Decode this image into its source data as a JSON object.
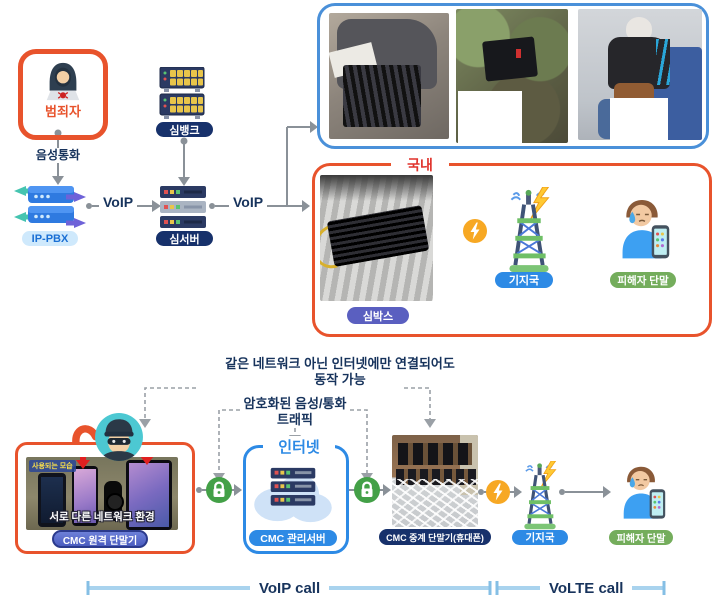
{
  "top": {
    "criminal_label": "범죄자",
    "voice_call_label": "음성통화",
    "ip_pbx_label": "IP-PBX",
    "voip_left_label": "VoIP",
    "sim_bank_label": "심뱅크",
    "sim_server_label": "심서버",
    "voip_right_label": "VoIP"
  },
  "domestic": {
    "title": "국내",
    "sim_box_label": "심박스",
    "base_station_label": "기지국",
    "victim_label": "피해자 단말"
  },
  "bottom": {
    "note_line1": "같은 네트워크 아닌 인터넷에만 연결되어도",
    "note_line2": "동작 가능",
    "traffic_line1": "암호화된 음성/통화",
    "traffic_line2": "트래픽",
    "internet_title": "인터넷",
    "remote_caption": "사용되는 모습",
    "remote_overlay": "서로 다른 네트워크 환경",
    "remote_label": "CMC 원격 단말기",
    "mgmt_server_label": "CMC 관리서버",
    "relay_label": "CMC 중계 단말기(휴대폰)",
    "base_station_label": "기지국",
    "victim_label": "피해자 단말",
    "voip_call_label": "VoIP call",
    "volte_call_label": "VoLTE call"
  },
  "icons": {
    "criminal": "hooded-hacker-laptop-icon",
    "ip_pbx": "blue-server-stack-icon",
    "sim_bank": "sim-bank-rack-icon",
    "sim_server": "navy-server-stack-icon",
    "base_station": "cell-tower-lightning-icon",
    "victim": "crying-person-with-phone-icon",
    "hacker_avatar": "masked-burglar-avatar-icon",
    "handset": "orange-phone-handset-icon",
    "lock": "green-padlock-circle-icon",
    "bolt": "yellow-lightning-circle-icon",
    "cloud_server": "cloud-server-icon"
  },
  "colors": {
    "accent_orange": "#e8532c",
    "navy_pill": "#17316b",
    "blue": "#2d8ae5",
    "indigo_pill": "#5a5fc0",
    "green_pill": "#74ad5c",
    "lock_green": "#43a047",
    "bolt_yellow": "#f7a823",
    "bracket_blue": "#a9d3ee",
    "line_gray": "#8a9198",
    "text_navy": "#17335c"
  }
}
